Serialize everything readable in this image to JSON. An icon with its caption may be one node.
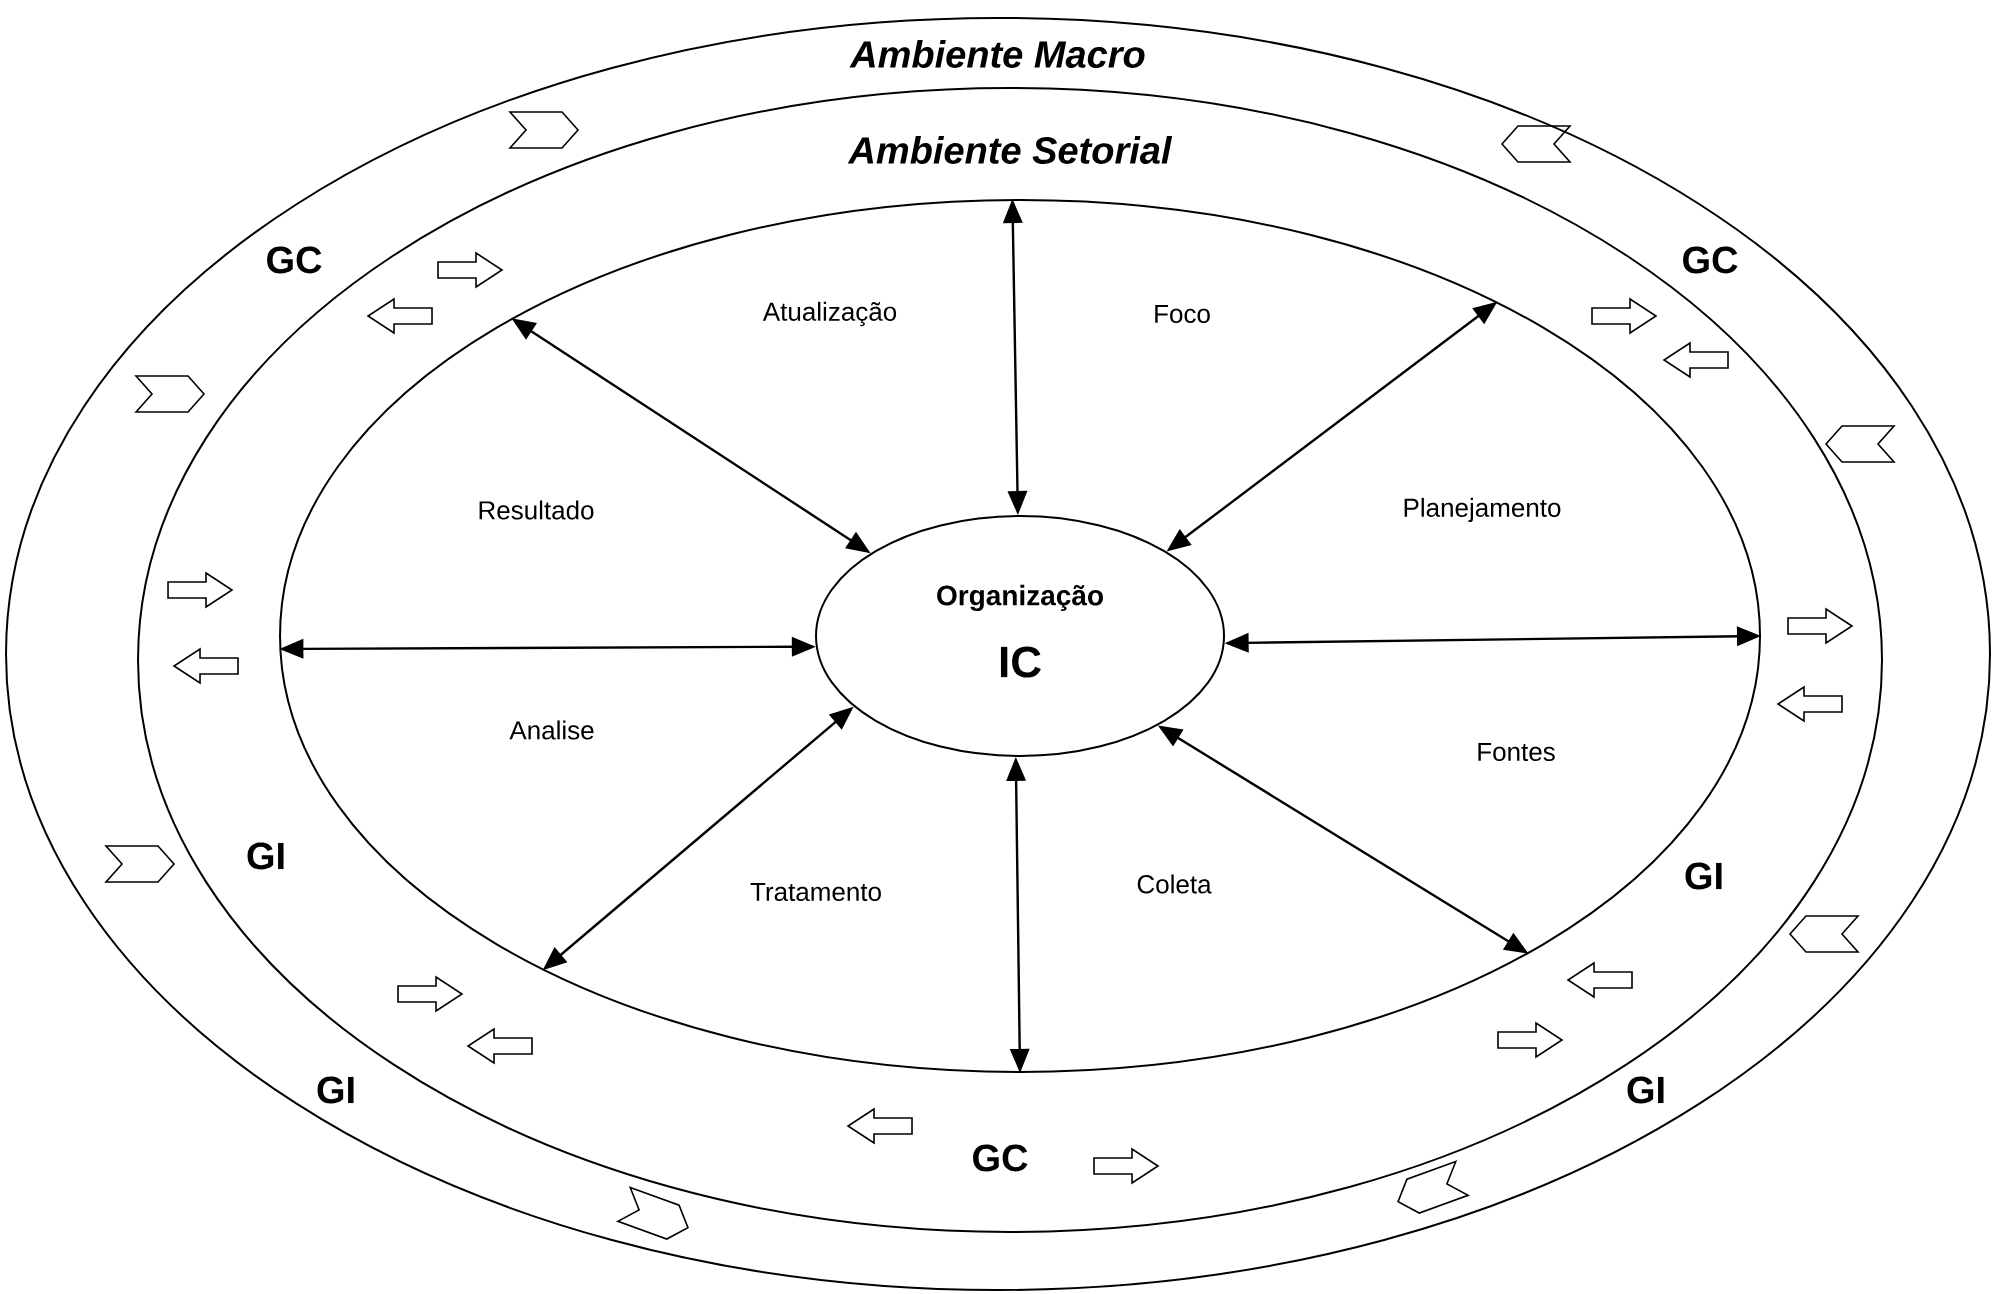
{
  "diagram": {
    "nodes": [
      {
        "text": [
          "Ambiente Macro"
        ]
      },
      {
        "text": [
          "Ambiente Setorial"
        ],
        "in": 0
      },
      {
        "text": [],
        "shape": "ellipse",
        "in": 1
      },
      {
        "text": [
          "Organização",
          "IC"
        ],
        "in": 2
      }
    ],
    "edges": [
      {
        "from": 3,
        "to": 2,
        "arrow": "both"
      },
      {
        "from": 3,
        "to": 2,
        "arrow": "both"
      },
      {
        "from": 3,
        "to": 2,
        "arrow": "both"
      },
      {
        "from": 3,
        "to": 2,
        "arrow": "both"
      },
      {
        "from": 3,
        "to": 2,
        "arrow": "both"
      },
      {
        "from": 3,
        "to": 2,
        "arrow": "both"
      },
      {
        "from": 3,
        "to": 2,
        "arrow": "both"
      },
      {
        "from": 3,
        "to": 2,
        "arrow": "both"
      }
    ],
    "labels": [
      "GC",
      "GC",
      "Atualização",
      "Foco",
      "Resultado",
      "Planejamento",
      "Analise",
      "Fontes",
      "GI",
      "GI",
      "Coleta",
      "Tratamento",
      "GI",
      "GI",
      "GC"
    ]
  }
}
